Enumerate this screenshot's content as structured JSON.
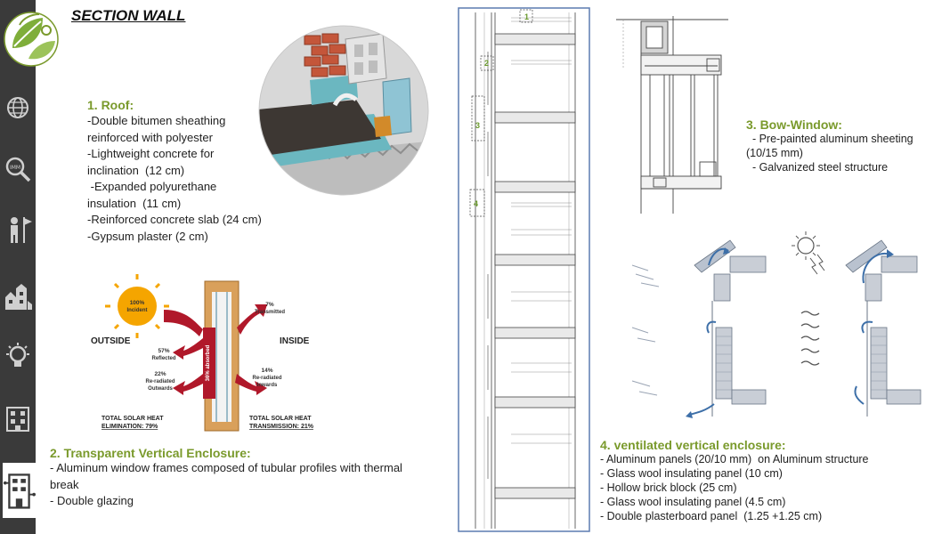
{
  "page": {
    "title": "SECTION WALL"
  },
  "rail": {
    "icons": [
      "leaf-logo-icon",
      "globe-icon",
      "magnifier-icon",
      "person-flag-icon",
      "city-icon",
      "lightbulb-icon",
      "building-icon",
      "circuit-building-icon"
    ]
  },
  "roof": {
    "title": "1. Roof:",
    "lines": [
      "-Double bitumen sheathing",
      "reinforced with polyester",
      "-Lightweight concrete for",
      "inclination  (12 cm)",
      " -Expanded polyurethane",
      "insulation  (11 cm)",
      "-Reinforced concrete slab (24 cm)",
      "-Gypsum plaster (2 cm)"
    ]
  },
  "glazing": {
    "incident": "100%",
    "incident_label": "Incident",
    "transmitted": "7%",
    "transmitted_label": "Transmitted",
    "reflected": "57%",
    "reflected_label": "Reflected",
    "absorbed": "36% absorbed",
    "outside": "OUTSIDE",
    "inside": "INSIDE",
    "outward": "22%",
    "outward_l1": "Re-radiated",
    "outward_l2": "Outwards",
    "inward": "14%",
    "inward_l1": "Re-radiated",
    "inward_l2": "Inwards",
    "elim_l1": "TOTAL SOLAR HEAT",
    "elim_l2": "ELIMINATION: 79%",
    "trans_l1": "TOTAL SOLAR HEAT",
    "trans_l2": "TRANSMISSION: 21%"
  },
  "tve": {
    "title": "2. Transparent Vertical Enclosure:",
    "lines": [
      "- Aluminum window frames composed  of tubular profiles with thermal break",
      "- Double glazing"
    ]
  },
  "section_markers": [
    "1",
    "2",
    "3",
    "4"
  ],
  "bow": {
    "title": "3. Bow-Window:",
    "lines": [
      "  - Pre-painted aluminum sheeting",
      "(10/15 mm)",
      "  - Galvanized steel structure"
    ]
  },
  "vve": {
    "title": "4. ventilated vertical enclosure:",
    "lines": [
      "- Aluminum panels (20/10 mm)  on Aluminum structure",
      "- Glass wool insulating panel (10 cm)",
      "- Hollow brick block (25 cm)",
      "- Glass wool insulating panel (4.5 cm)",
      "- Double plasterboard panel  (1.25 +1.25 cm)"
    ]
  },
  "colors": {
    "rail": "#3a3a3a",
    "accent_green": "#7a9a2c",
    "arrow_red": "#b0182a",
    "sun": "#f5a500"
  }
}
